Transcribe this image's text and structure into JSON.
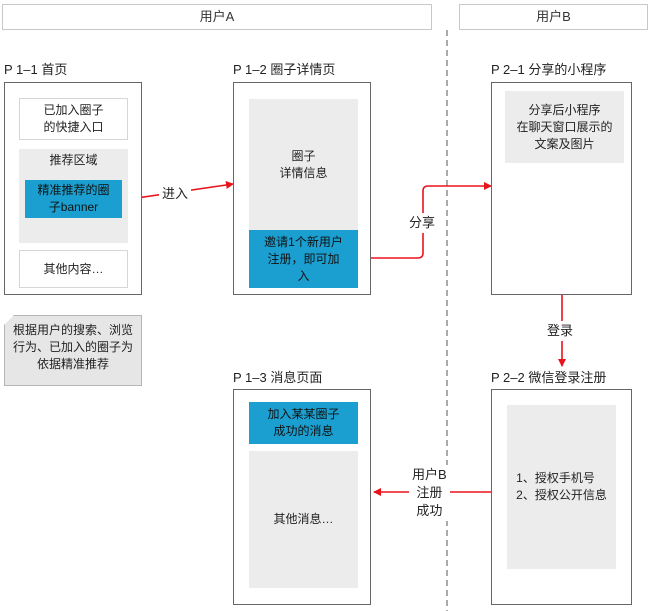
{
  "lanes": {
    "user_a": "用户A",
    "user_b": "用户B"
  },
  "screens": {
    "p1_1": {
      "title": "P 1–1  首页",
      "quick_entry": "已加入圈子\n的快捷入口",
      "recommend_area": "推荐区域",
      "banner": "精准推荐的圈\n子banner",
      "other_content": "其他内容…"
    },
    "p1_2": {
      "title": "P 1–2  圈子详情页",
      "detail_info": "圈子\n详情信息",
      "invite_bar": "邀请1个新用户\n注册，即可加\n入"
    },
    "p1_3": {
      "title": "P 1–3  消息页面",
      "join_msg": "加入某某圈子\n成功的消息",
      "other_msgs": "其他消息…"
    },
    "p2_1": {
      "title": "P 2–1  分享的小程序",
      "share_card": "分享后小程序\n在聊天窗口展示的\n文案及图片"
    },
    "p2_2": {
      "title": "P 2–2  微信登录注册",
      "auth_steps": "1、授权手机号\n2、授权公开信息"
    }
  },
  "note": "根据用户的搜索、浏览\n行为、已加入的圈子为\n依据精准推荐",
  "edges": {
    "enter": "进入",
    "share": "分享",
    "login": "登录",
    "register_success": "用户B\n注册\n成功"
  },
  "colors": {
    "arrow": "#e8141b",
    "highlight": "#1a9fd0",
    "panel": "#ececec",
    "lane_divider": "#555555"
  }
}
